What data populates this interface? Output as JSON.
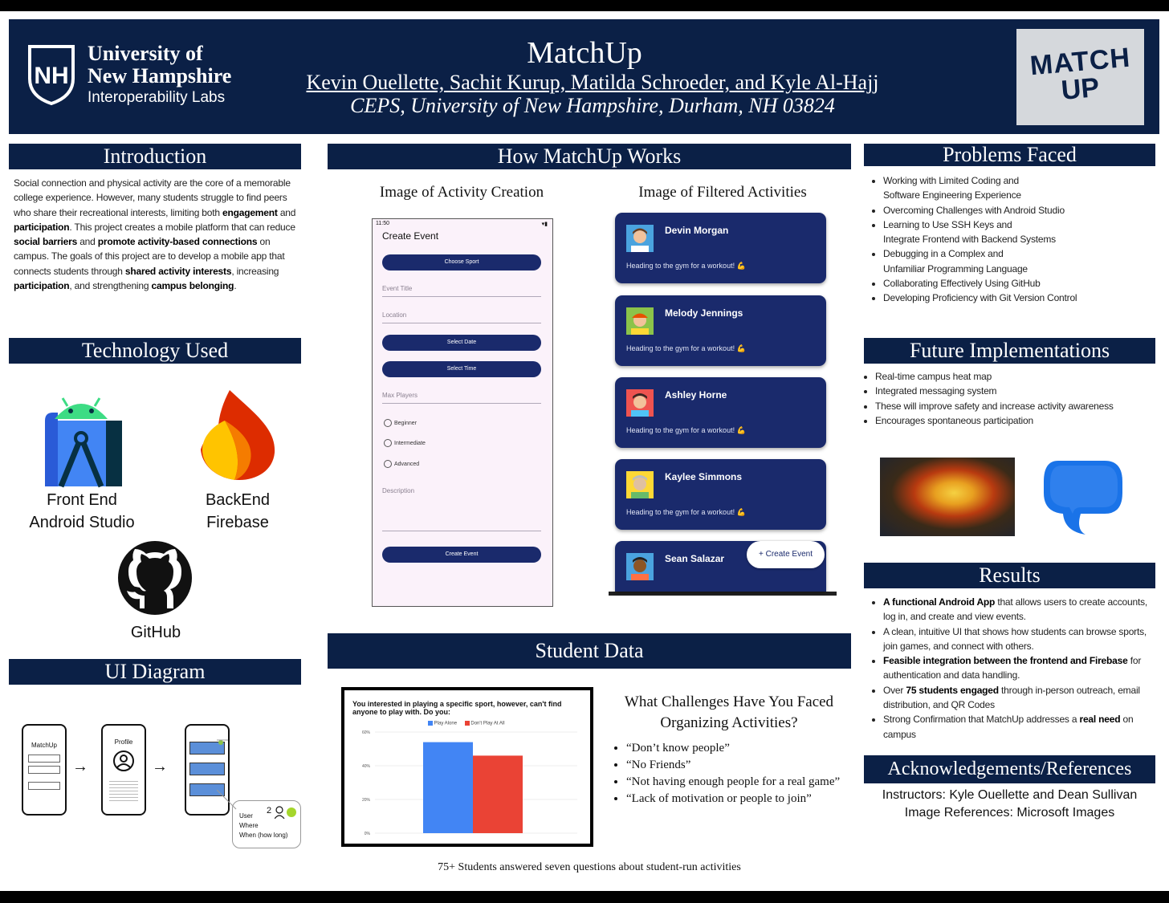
{
  "header": {
    "university_line1": "University of",
    "university_line2": "New Hampshire",
    "lab": "Interoperability Labs",
    "logo_letters": "NH",
    "title": "MatchUp",
    "authors": "Kevin Ouellette, Sachit Kurup, Matilda Schroeder, and Kyle Al-Hajj",
    "affiliation": "CEPS, University of New Hampshire, Durham, NH 03824",
    "match_logo_line1": "MATCH",
    "match_logo_line2": "UP"
  },
  "introduction": {
    "heading": "Introduction",
    "parts": [
      "Social connection and physical activity are the core of a memorable college experience. However, many students struggle to find peers who share their recreational interests, limiting both ",
      "engagement",
      " and ",
      "participation",
      ". This project creates a mobile platform that can reduce ",
      "social barriers",
      " and ",
      "promote activity-based connections",
      " on campus. The goals of this project are to develop a mobile app that connects students through ",
      "shared activity interests",
      ", increasing ",
      "participation",
      ", and strengthening ",
      "campus belonging",
      "."
    ]
  },
  "technology": {
    "heading": "Technology Used",
    "frontend_line1": "Front End",
    "frontend_line2": "Android Studio",
    "backend_line1": "BackEnd",
    "backend_line2": "Firebase",
    "github": "GitHub"
  },
  "ui_diagram": {
    "heading": "UI Diagram",
    "screen1_title": "MatchUp",
    "screen2_title": "Profile",
    "bubble_line1": "User",
    "bubble_line2": "Where",
    "bubble_line3": "When (how long)",
    "bubble_count": "2",
    "arrow": "→"
  },
  "how_it_works": {
    "heading": "How MatchUp Works",
    "left_caption": "Image of Activity Creation",
    "right_caption": "Image of Filtered Activities",
    "phone": {
      "time": "11:50",
      "screen_title": "Create Event",
      "btn_sport": "Choose Sport",
      "field_title": "Event Title",
      "field_location": "Location",
      "btn_date": "Select Date",
      "btn_time": "Select Time",
      "field_players": "Max Players",
      "radio1": "Beginner",
      "radio2": "Intermediate",
      "radio3": "Advanced",
      "field_desc": "Description",
      "btn_create": "Create Event"
    },
    "cards": [
      {
        "name": "Devin Morgan",
        "status": "Heading to the gym for a workout! 💪"
      },
      {
        "name": "Melody Jennings",
        "status": "Heading to the gym for a workout! 💪"
      },
      {
        "name": "Ashley Horne",
        "status": "Heading to the gym for a workout! 💪"
      },
      {
        "name": "Kaylee Simmons",
        "status": "Heading to the gym for a workout! 💪"
      },
      {
        "name": "Sean Salazar",
        "status": ""
      }
    ],
    "fab": "+ Create Event"
  },
  "student_data": {
    "heading": "Student Data",
    "question_heading_line1": "What Challenges Have You Faced",
    "question_heading_line2": "Organizing Activities?",
    "quotes": [
      "“Don’t know people”",
      "“No Friends”",
      "“Not having enough people for a real game”",
      "“Lack of motivation or people to join”"
    ],
    "footer": "75+ Students answered seven questions about student-run activities"
  },
  "chart_data": {
    "type": "bar",
    "title": "You interested in playing a specific sport, however, can't find anyone to play with. Do you:",
    "categories": [
      ""
    ],
    "series": [
      {
        "name": "Play Alone",
        "values": [
          54
        ],
        "color": "#4285f4"
      },
      {
        "name": "Don't Play At All",
        "values": [
          46
        ],
        "color": "#ea4335"
      }
    ],
    "ylim": [
      0,
      60
    ],
    "yticks": [
      "60%",
      "40%",
      "20%",
      "0%"
    ],
    "grid": true,
    "legend": "top"
  },
  "problems": {
    "heading": "Problems Faced",
    "items": [
      {
        "l1": "Working with Limited Coding and",
        "l2": "Software Engineering Experience"
      },
      {
        "l1": "Overcoming Challenges with Android Studio",
        "l2": ""
      },
      {
        "l1": "Learning to Use SSH Keys and",
        "l2": "Integrate Frontend with Backend Systems"
      },
      {
        "l1": "Debugging in a Complex and",
        "l2": "Unfamiliar Programming Language"
      },
      {
        "l1": "Collaborating Effectively Using GitHub",
        "l2": ""
      },
      {
        "l1": "Developing Proficiency with Git Version Control",
        "l2": ""
      }
    ]
  },
  "future": {
    "heading": "Future Implementations",
    "items": [
      "Real-time campus heat map",
      "Integrated messaging system",
      "These will improve safety and increase activity awareness",
      "Encourages spontaneous participation"
    ]
  },
  "results": {
    "heading": "Results",
    "items": [
      [
        "",
        "A functional Android App",
        " that allows users to create accounts, log in, and create and view events."
      ],
      [
        "A clean, intuitive UI that shows how students can browse sports, join games, and connect with others.",
        "",
        ""
      ],
      [
        "",
        "Feasible integration between the frontend and Firebase",
        " for authentication and data handling."
      ],
      [
        "Over ",
        "75 students engaged",
        " through in-person outreach, email distribution, and QR Codes"
      ],
      [
        "Strong Confirmation that MatchUp addresses a ",
        "real need",
        " on campus"
      ]
    ]
  },
  "acknowledgements": {
    "heading": "Acknowledgements/References",
    "line1": "Instructors: Kyle Ouellette and Dean Sullivan",
    "line2": "Image References: Microsoft Images"
  },
  "colors": {
    "navy": "#0b2046",
    "card_navy": "#1a2a6c",
    "logo_grey": "#d5d8dc",
    "firebase_orange": "#f57c00",
    "firebase_red": "#dd2c00",
    "firebase_yellow": "#ffc400",
    "android_green": "#3ddc84",
    "android_blue": "#4285f4"
  }
}
